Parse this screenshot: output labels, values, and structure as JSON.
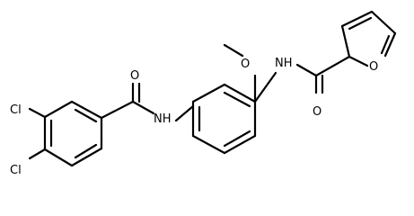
{
  "molecule": {
    "atoms": {
      "cl_upper": "Cl",
      "cl_lower": "Cl",
      "o_amide_left": "O",
      "nh_left": "NH",
      "o_methoxy": "O",
      "nh_right": "NH",
      "o_amide_right": "O",
      "o_furan": "O"
    }
  }
}
